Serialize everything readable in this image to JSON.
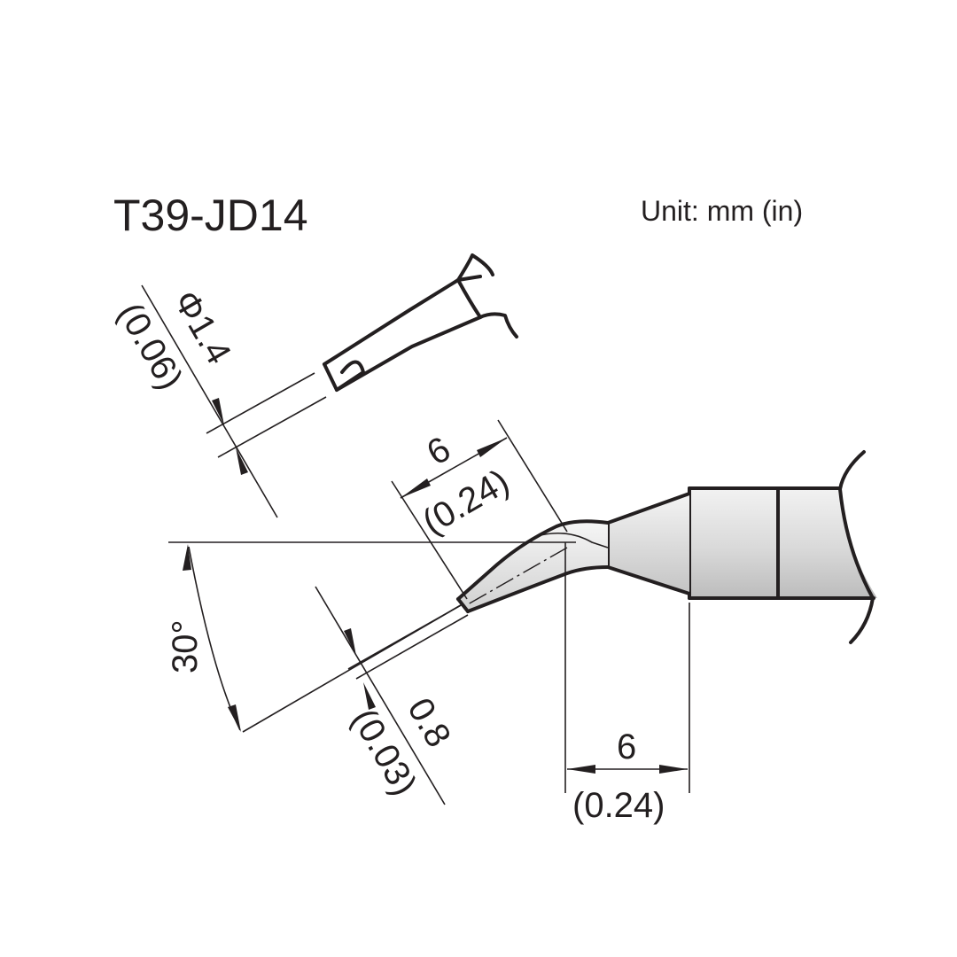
{
  "title": "T39-JD14",
  "unit_label": "Unit: mm (in)",
  "dimensions": {
    "tip_diameter": "Φ1.4",
    "tip_diameter_in": "(0.06)",
    "tip_length": "6",
    "tip_length_in": "(0.24)",
    "angle": "30°",
    "thickness": "0.8",
    "thickness_in": "(0.03)",
    "bend_length": "6",
    "bend_length_in": "(0.24)"
  },
  "colors": {
    "ink": "#231f20",
    "shade_light": "#f4f4f4",
    "shade_dark": "#c8c8c8"
  }
}
